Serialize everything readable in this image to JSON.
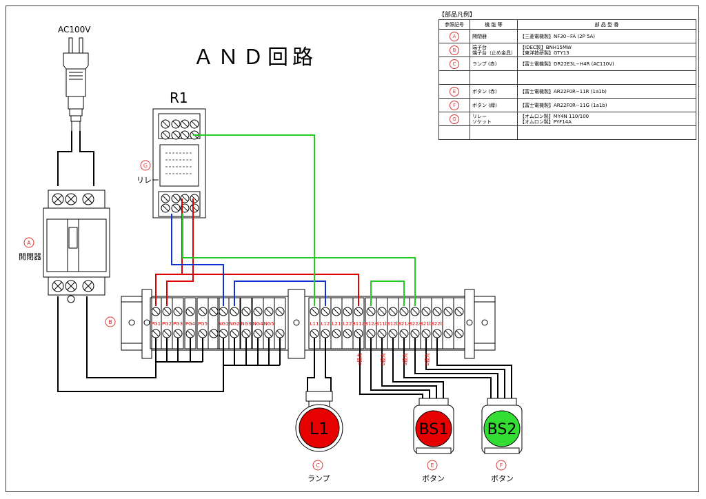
{
  "title": "ＡＮＤ回路",
  "power_label": "AC100V",
  "relay_name": "R1",
  "refs": {
    "A": {
      "mark": "A",
      "label": "開閉器"
    },
    "B": {
      "mark": "B"
    },
    "C": {
      "mark": "C",
      "label": "ランプ"
    },
    "E": {
      "mark": "E",
      "label": "ボタン"
    },
    "F": {
      "mark": "F",
      "label": "ボタン"
    },
    "G": {
      "mark": "G",
      "label": "リレー"
    }
  },
  "terminals": [
    "PG1",
    "PG2",
    "PG3",
    "PG4",
    "PG5",
    "NG1",
    "NG2",
    "NG3",
    "NG4",
    "NG5",
    "L11",
    "L12",
    "L21",
    "L22",
    "B11a",
    "B12a",
    "B11b",
    "B12b",
    "B21a",
    "B22a",
    "B21b",
    "B22b"
  ],
  "contact_labels": [
    "a接点",
    "b接点",
    "a接点",
    "b接点"
  ],
  "devices": {
    "lamp": "L1",
    "button1": "BS1",
    "button2": "BS2"
  },
  "colors": {
    "red": "#d60000",
    "green": "#2fd02f",
    "wire_red": "#e00000",
    "wire_blue": "#1030d0",
    "wire_green": "#22cc22",
    "ref": "#dd3333"
  },
  "legend": {
    "title": "【部品凡例】",
    "headers": [
      "参照記号",
      "機 能 等",
      "部 品 型 番"
    ],
    "rows": [
      {
        "ref": "A",
        "function": [
          "開閉器"
        ],
        "part": [
          "【三菱電機製】NF30−FA (2P 5A)"
        ]
      },
      {
        "ref": "B",
        "function": [
          "端子台",
          "端子台（止め金具）"
        ],
        "part": [
          "【IDEC製】BNH15MW",
          "【東洋技研製】GTY13"
        ]
      },
      {
        "ref": "C",
        "function": [
          "ランプ (赤)"
        ],
        "part": [
          "【富士電機製】DR22E3L−H4R (AC110V)"
        ]
      },
      {
        "ref": "",
        "function": [],
        "part": []
      },
      {
        "ref": "E",
        "function": [
          "ボタン (赤)"
        ],
        "part": [
          "【富士電機製】AR22F0R−11R (1a1b)"
        ]
      },
      {
        "ref": "F",
        "function": [
          "ボタン (緑)"
        ],
        "part": [
          "【富士電機製】AR22F0R−11G (1a1b)"
        ]
      },
      {
        "ref": "G",
        "function": [
          "リレー",
          "ソケット"
        ],
        "part": [
          "【オムロン製】MY4N 110/100",
          "【オムロン製】PYF14A"
        ]
      },
      {
        "ref": "",
        "function": [],
        "part": []
      }
    ]
  }
}
